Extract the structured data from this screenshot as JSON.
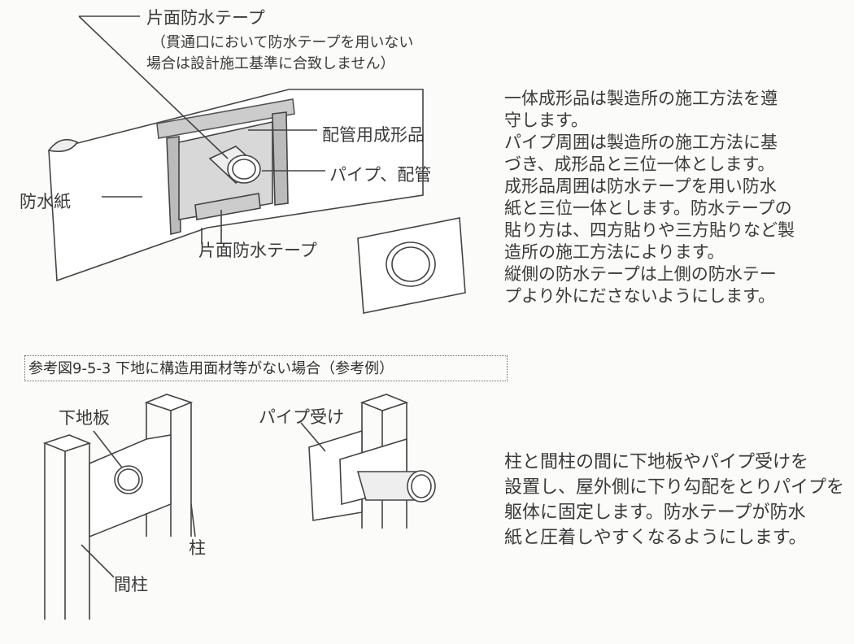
{
  "top_figure": {
    "tape_label_top": "片面防水テープ",
    "tape_note_line1": "（貫通口において防水テープを用いない",
    "tape_note_line2": "場合は設計施工基準に合致しません）",
    "molded_part_label": "配管用成形品",
    "pipe_label": "パイプ、配管",
    "paper_label": "防水紙",
    "tape_label_bottom": "片面防水テープ"
  },
  "top_text": [
    "一体成形品は製造所の施工方法を遵",
    "守します。",
    "パイプ周囲は製造所の施工方法に基",
    "づき、成形品と三位一体とします。",
    "成形品周囲は防水テープを用い防水",
    "紙と三位一体とします。防水テープの",
    "貼り方は、四方貼りや三方貼りなど製",
    "造所の施工方法によります。",
    "縦側の防水テープは上側の防水テー",
    "プより外にださないようにします。"
  ],
  "reference_caption": "参考図9-5-3 下地に構造用面材等がない場合（参考例）",
  "bottom_figure": {
    "board_label": "下地板",
    "pipe_holder_label": "パイプ受け",
    "post_label": "柱",
    "stud_label": "間柱"
  },
  "bottom_text": [
    "柱と間柱の間に下地板やパイプ受けを",
    "設置し、屋外側に下り勾配をとりパイプを",
    "躯体に固定します。防水テープが防水",
    "紙と圧着しやすくなるようにします。"
  ]
}
